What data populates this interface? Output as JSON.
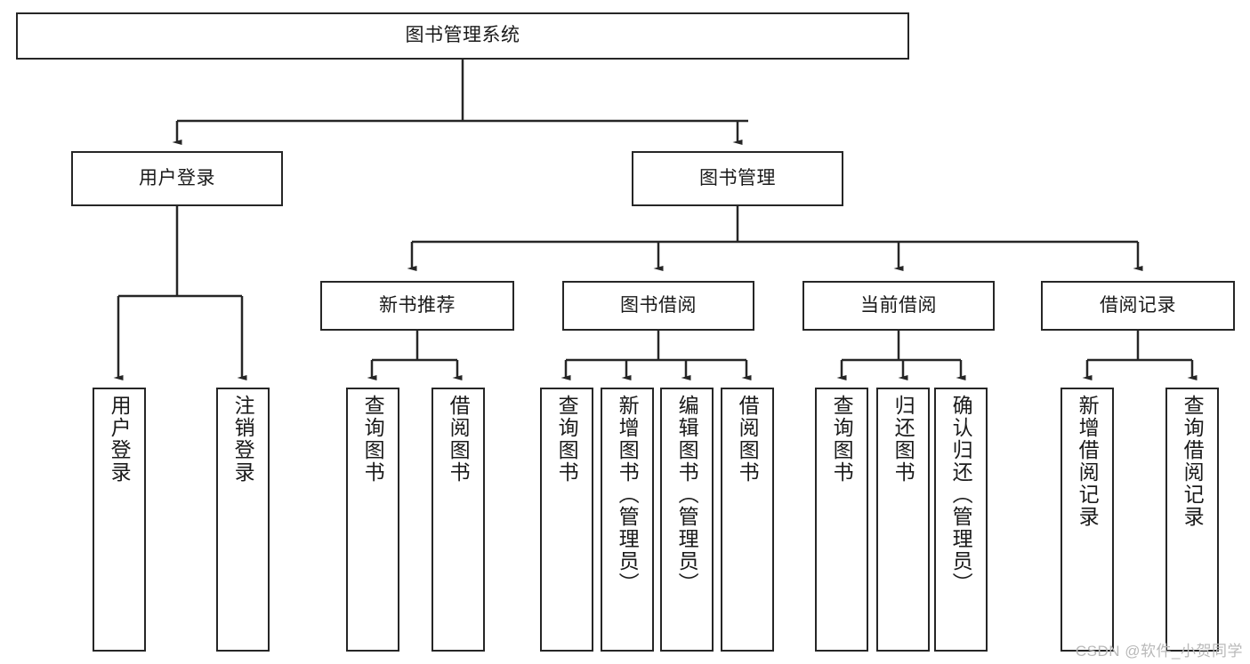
{
  "diagram": {
    "title": "图书管理系统",
    "watermark": "CSDN @软件_小贺同学",
    "root": {
      "label": "图书管理系统"
    },
    "level2": [
      {
        "label": "用户登录"
      },
      {
        "label": "图书管理"
      }
    ],
    "level3": [
      {
        "label": "新书推荐"
      },
      {
        "label": "图书借阅"
      },
      {
        "label": "当前借阅"
      },
      {
        "label": "借阅记录"
      }
    ],
    "leaves_user_login": [
      {
        "label": "用户登录"
      },
      {
        "label": "注销登录"
      }
    ],
    "leaves_new_book": [
      {
        "label": "查询图书"
      },
      {
        "label": "借阅图书"
      }
    ],
    "leaves_borrow": [
      {
        "label": "查询图书"
      },
      {
        "label": "新增图书（管理员）"
      },
      {
        "label": "编辑图书（管理员）"
      },
      {
        "label": "借阅图书"
      }
    ],
    "leaves_current": [
      {
        "label": "查询图书"
      },
      {
        "label": "归还图书"
      },
      {
        "label": "确认归还（管理员）"
      }
    ],
    "leaves_record": [
      {
        "label": "新增借阅记录"
      },
      {
        "label": "查询借阅记录"
      }
    ],
    "colors": {
      "stroke": "#262626",
      "fill": "#ffffff",
      "text": "#1a1a1a",
      "watermark": "#b9b9b9"
    }
  }
}
